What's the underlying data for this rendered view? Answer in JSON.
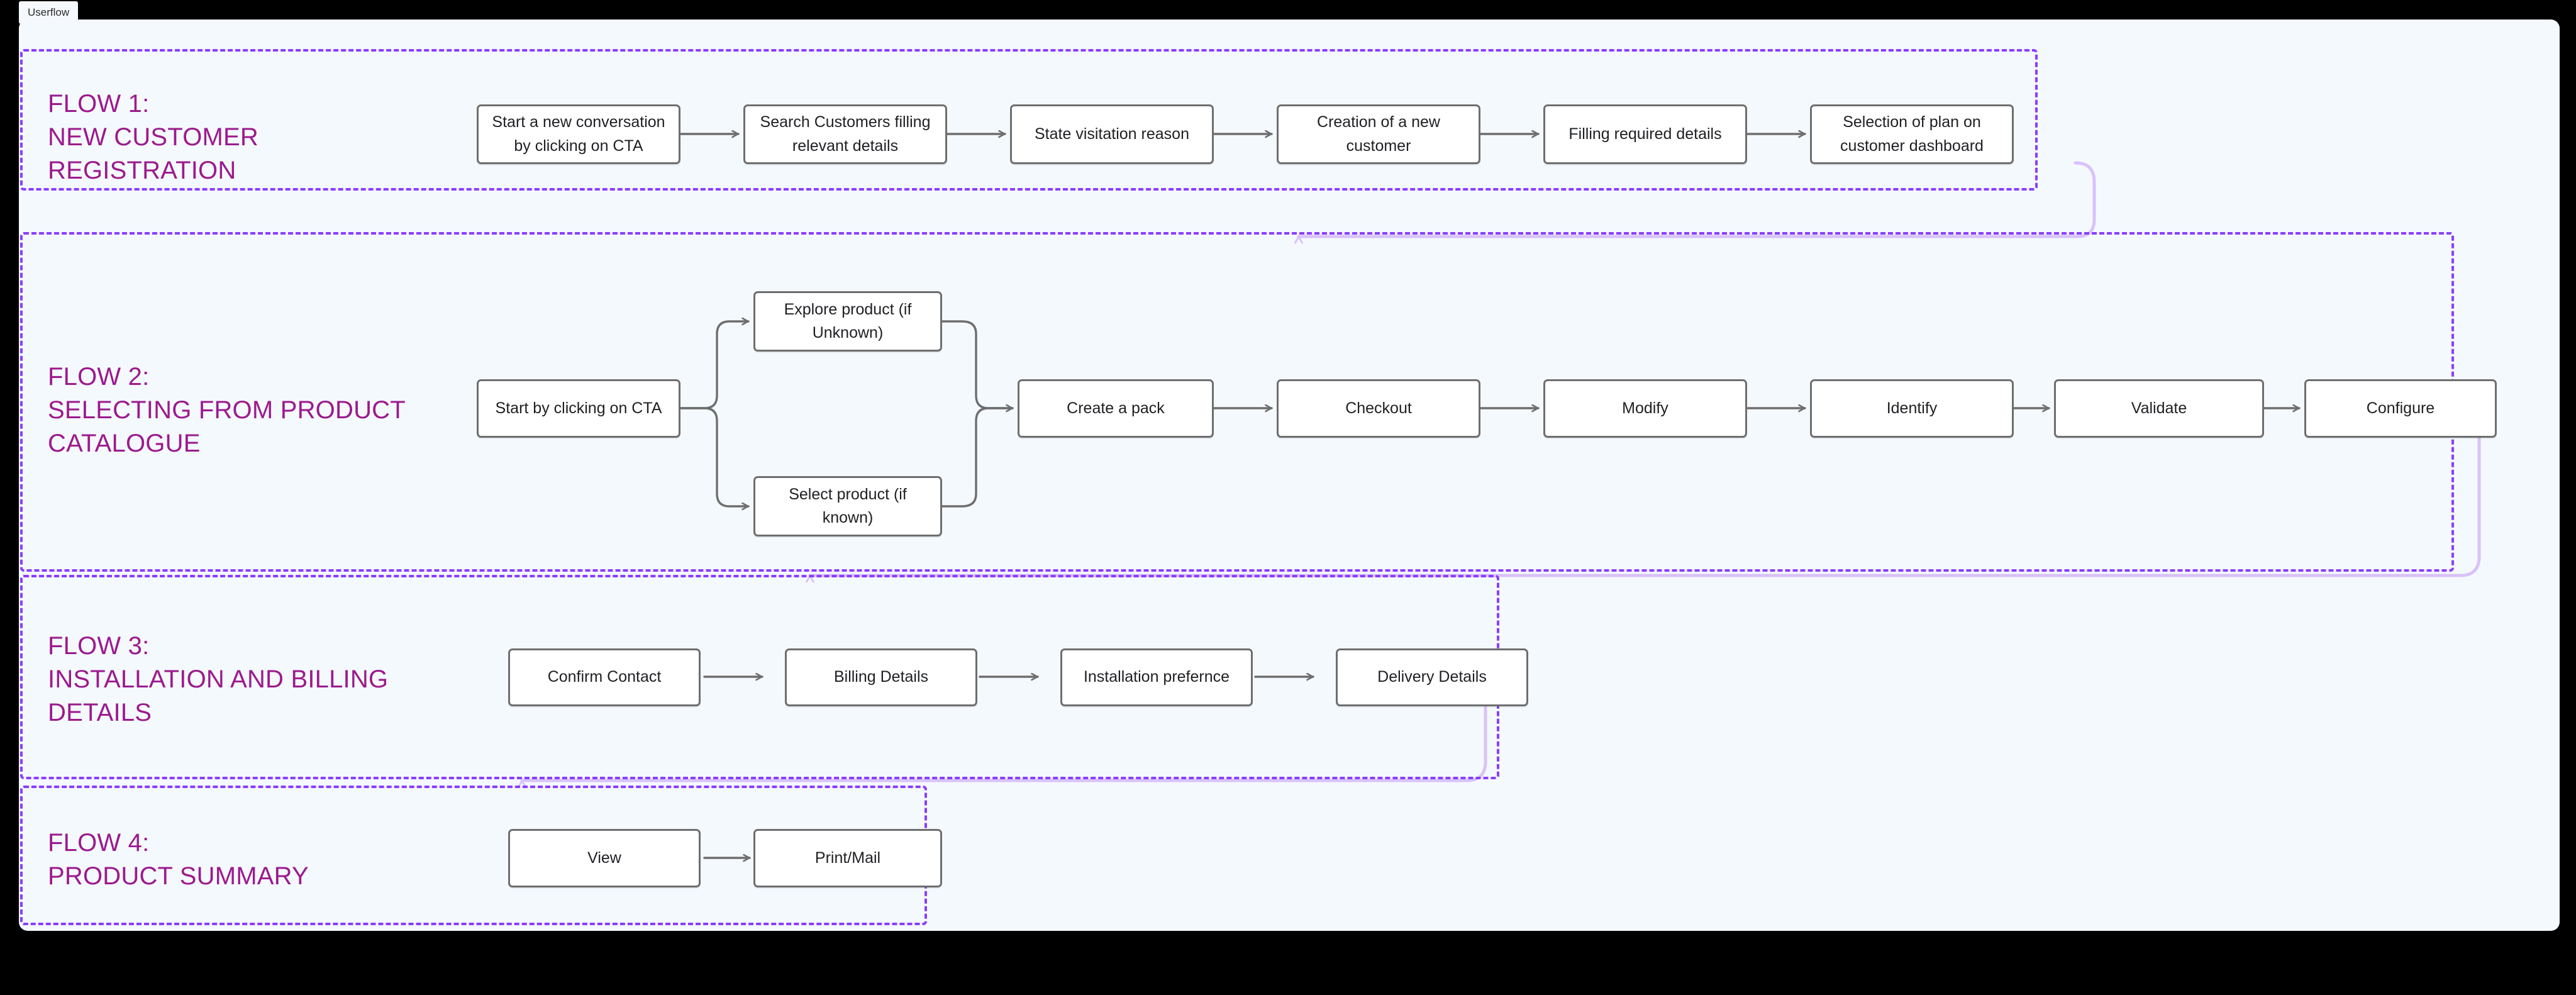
{
  "window": {
    "tab_label": "Userflow"
  },
  "colors": {
    "canvas_bg": "#f4f9fe",
    "frame_dashed": "#8b3dff",
    "flow_title": "#9c1a8d",
    "node_border": "#6e6e6e",
    "node_bg": "#ffffff",
    "connector_inter_flow": "#d9c2fb",
    "connector_arrow": "#6e6e6e"
  },
  "diagram": {
    "type": "flowchart",
    "title": "Userflow",
    "flows": [
      {
        "id": "flow-1",
        "title": "FLOW 1:\nNEW CUSTOMER\nREGISTRATION",
        "nodes": [
          {
            "id": "f1-n1",
            "label": "Start a new conversation by clicking on CTA"
          },
          {
            "id": "f1-n2",
            "label": "Search Customers filling relevant details"
          },
          {
            "id": "f1-n3",
            "label": "State visitation reason"
          },
          {
            "id": "f1-n4",
            "label": "Creation of a new customer"
          },
          {
            "id": "f1-n5",
            "label": "Filling required details"
          },
          {
            "id": "f1-n6",
            "label": "Selection of plan on customer dashboard"
          }
        ]
      },
      {
        "id": "flow-2",
        "title": "FLOW 2:\nSELECTING FROM PRODUCT\nCATALOGUE",
        "nodes": [
          {
            "id": "f2-n1",
            "label": "Start by clicking on CTA"
          },
          {
            "id": "f2-n2",
            "label": "Explore product (if Unknown)"
          },
          {
            "id": "f2-n3",
            "label": "Select product (if known)"
          },
          {
            "id": "f2-n4",
            "label": "Create a pack"
          },
          {
            "id": "f2-n5",
            "label": "Checkout"
          },
          {
            "id": "f2-n6",
            "label": "Modify"
          },
          {
            "id": "f2-n7",
            "label": "Identify"
          },
          {
            "id": "f2-n8",
            "label": "Validate"
          },
          {
            "id": "f2-n9",
            "label": "Configure"
          }
        ]
      },
      {
        "id": "flow-3",
        "title": "FLOW 3:\nINSTALLATION AND BILLING\nDETAILS",
        "nodes": [
          {
            "id": "f3-n1",
            "label": "Confirm Contact"
          },
          {
            "id": "f3-n2",
            "label": "Billing Details"
          },
          {
            "id": "f3-n3",
            "label": "Installation prefernce"
          },
          {
            "id": "f3-n4",
            "label": "Delivery Details"
          }
        ]
      },
      {
        "id": "flow-4",
        "title": "FLOW 4:\nPRODUCT SUMMARY",
        "nodes": [
          {
            "id": "f4-n1",
            "label": "View"
          },
          {
            "id": "f4-n2",
            "label": "Print/Mail"
          }
        ]
      }
    ],
    "edges": [
      {
        "from": "f1-n1",
        "to": "f1-n2",
        "kind": "arrow"
      },
      {
        "from": "f1-n2",
        "to": "f1-n3",
        "kind": "arrow"
      },
      {
        "from": "f1-n3",
        "to": "f1-n4",
        "kind": "arrow"
      },
      {
        "from": "f1-n4",
        "to": "f1-n5",
        "kind": "arrow"
      },
      {
        "from": "f1-n5",
        "to": "f1-n6",
        "kind": "arrow"
      },
      {
        "from": "flow-1",
        "to": "flow-2",
        "kind": "flow-connector"
      },
      {
        "from": "f2-n1",
        "to": "f2-n2",
        "kind": "branch"
      },
      {
        "from": "f2-n1",
        "to": "f2-n3",
        "kind": "branch"
      },
      {
        "from": "f2-n2",
        "to": "f2-n4",
        "kind": "merge"
      },
      {
        "from": "f2-n3",
        "to": "f2-n4",
        "kind": "merge"
      },
      {
        "from": "f2-n4",
        "to": "f2-n5",
        "kind": "arrow"
      },
      {
        "from": "f2-n5",
        "to": "f2-n6",
        "kind": "arrow"
      },
      {
        "from": "f2-n6",
        "to": "f2-n7",
        "kind": "arrow"
      },
      {
        "from": "f2-n7",
        "to": "f2-n8",
        "kind": "arrow"
      },
      {
        "from": "f2-n8",
        "to": "f2-n9",
        "kind": "arrow"
      },
      {
        "from": "flow-2",
        "to": "flow-3",
        "kind": "flow-connector"
      },
      {
        "from": "f3-n1",
        "to": "f3-n2",
        "kind": "arrow"
      },
      {
        "from": "f3-n2",
        "to": "f3-n3",
        "kind": "arrow"
      },
      {
        "from": "f3-n3",
        "to": "f3-n4",
        "kind": "arrow"
      },
      {
        "from": "flow-3",
        "to": "flow-4",
        "kind": "flow-connector"
      },
      {
        "from": "f4-n1",
        "to": "f4-n2",
        "kind": "arrow"
      }
    ]
  }
}
